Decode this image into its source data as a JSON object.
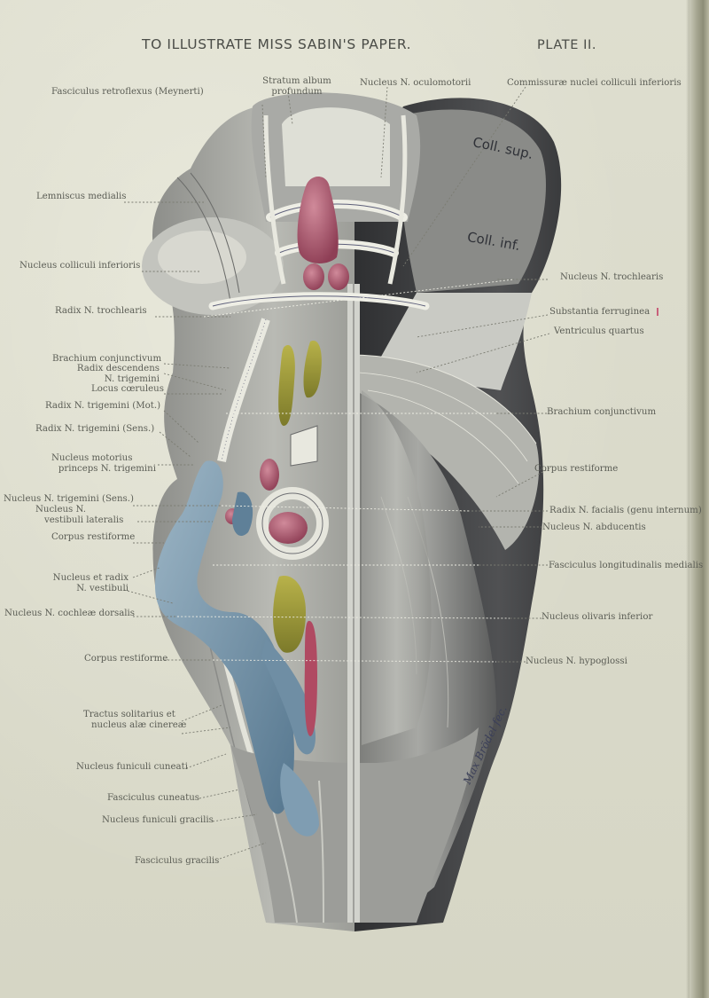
{
  "header": {
    "title": "TO ILLUSTRATE MISS SABIN'S PAPER.",
    "plate": "PLATE II."
  },
  "top_labels": {
    "fasciculus_retroflexus": "Fasciculus retroflexus (Meynerti)",
    "stratum_album_1": "Stratum album",
    "stratum_album_2": "profundum",
    "nucleus_oculomotorii": "Nucleus N. oculomotorii",
    "commissurae": "Commissuræ nuclei colliculi inferioris"
  },
  "left_labels": {
    "lemniscus_medialis": "Lemniscus medialis",
    "nucleus_colliculi_inferioris": "Nucleus colliculi inferioris",
    "radix_trochlearis": "Radix N. trochlearis",
    "brachium_conjunctivum": "Brachium conjunctivum",
    "radix_descendens_1": "Radix descendens",
    "radix_descendens_2": "N. trigemini",
    "locus_coeruleus": "Locus cœruleus",
    "radix_trigemini_mot": "Radix N. trigemini (Mot.)",
    "radix_trigemini_sens": "Radix N. trigemini (Sens.)",
    "nucleus_motorius_1": "Nucleus motorius",
    "nucleus_motorius_2": "princeps N. trigemini",
    "nucleus_trigemini_sens": "Nucleus N. trigemini (Sens.)",
    "nucleus_vestibuli_lat_1": "Nucleus N.",
    "nucleus_vestibuli_lat_2": "vestibuli lateralis",
    "corpus_restiforme_1": "Corpus restiforme",
    "nucleus_radix_vestibuli_1": "Nucleus et radix",
    "nucleus_radix_vestibuli_2": "N. vestibuli",
    "nucleus_cochleae": "Nucleus N. cochleæ dorsalis",
    "corpus_restiforme_2": "Corpus restiforme",
    "tractus_solitarius_1": "Tractus solitarius et",
    "tractus_solitarius_2": "nucleus alæ cinereæ",
    "nucleus_funiculi_cuneati": "Nucleus funiculi cuneati",
    "fasciculus_cuneatus": "Fasciculus cuneatus",
    "nucleus_funiculi_gracilis": "Nucleus funiculi gracilis",
    "fasciculus_gracilis": "Fasciculus gracilis"
  },
  "right_labels": {
    "nucleus_trochlearis": "Nucleus N. trochlearis",
    "substantia_ferruginea": "Substantia ferruginea",
    "ventriculus_quartus": "Ventriculus quartus",
    "brachium_conjunctivum": "Brachium conjunctivum",
    "corpus_restiforme": "Corpus restiforme",
    "radix_facialis": "Radix N. facialis (genu internum)",
    "nucleus_abducentis": "Nucleus N. abducentis",
    "fasciculus_longitudinalis": "Fasciculus longitudinalis medialis",
    "nucleus_olivaris": "Nucleus olivaris inferior",
    "nucleus_hypoglossi": "Nucleus N. hypoglossi"
  },
  "inscriptions": {
    "coll_sup": "Coll. sup.",
    "coll_inf": "Coll. inf.",
    "signature": "Max Brödel fec."
  },
  "colors": {
    "paper": "#dcdccc",
    "ink": "#55574f",
    "tissue_gray": "#8e8f8c",
    "tissue_dark": "#4d4e4f",
    "nucleus_red": "#a8566a",
    "nucleus_blue": "#7f9db2",
    "nucleus_yellow": "#a5a03a",
    "fiber_white": "#ecece3"
  }
}
